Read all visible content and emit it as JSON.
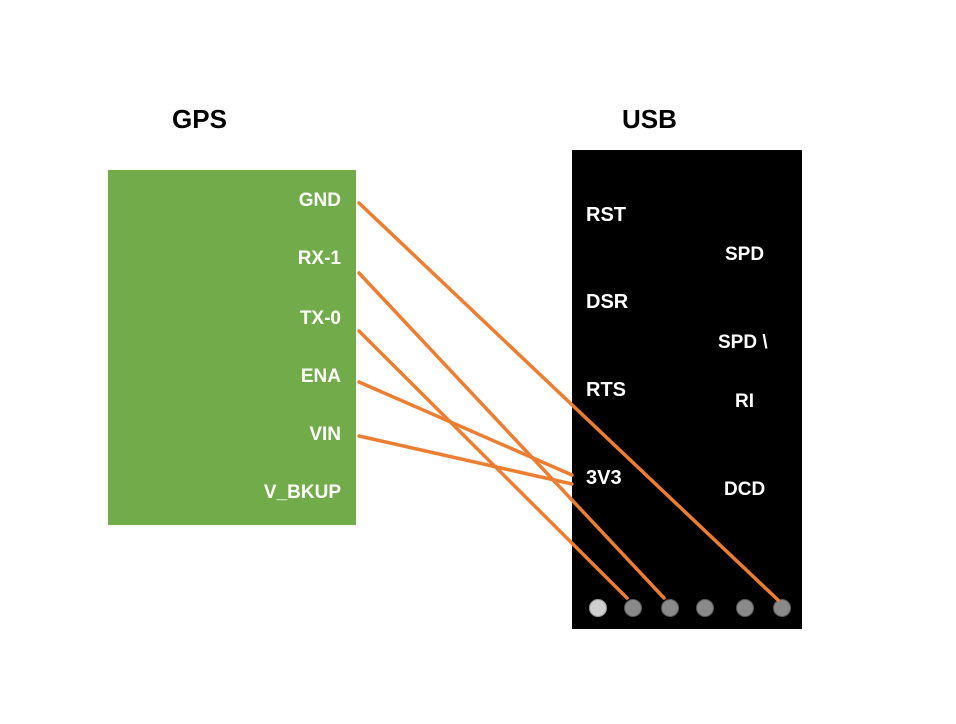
{
  "gps": {
    "title": "GPS",
    "color": "#71ab4a",
    "pins": [
      "GND",
      "RX-1",
      "TX-0",
      "ENA",
      "VIN",
      "V_BKUP"
    ]
  },
  "usb": {
    "title": "USB",
    "color": "#000000",
    "left_pins": [
      "RST",
      "DSR",
      "RTS",
      "3V3"
    ],
    "right_pins": [
      "SPD",
      "SPD \\",
      "RI",
      "DCD"
    ],
    "header_pin_count": 6
  },
  "wires": {
    "color": "#ed7d31",
    "connections": [
      {
        "from": "GND",
        "to": "header pin 6"
      },
      {
        "from": "RX-1",
        "to": "header pin 3"
      },
      {
        "from": "TX-0",
        "to": "header pin 2"
      },
      {
        "from": "ENA",
        "to": "3V3"
      },
      {
        "from": "VIN",
        "to": "3V3"
      }
    ]
  }
}
